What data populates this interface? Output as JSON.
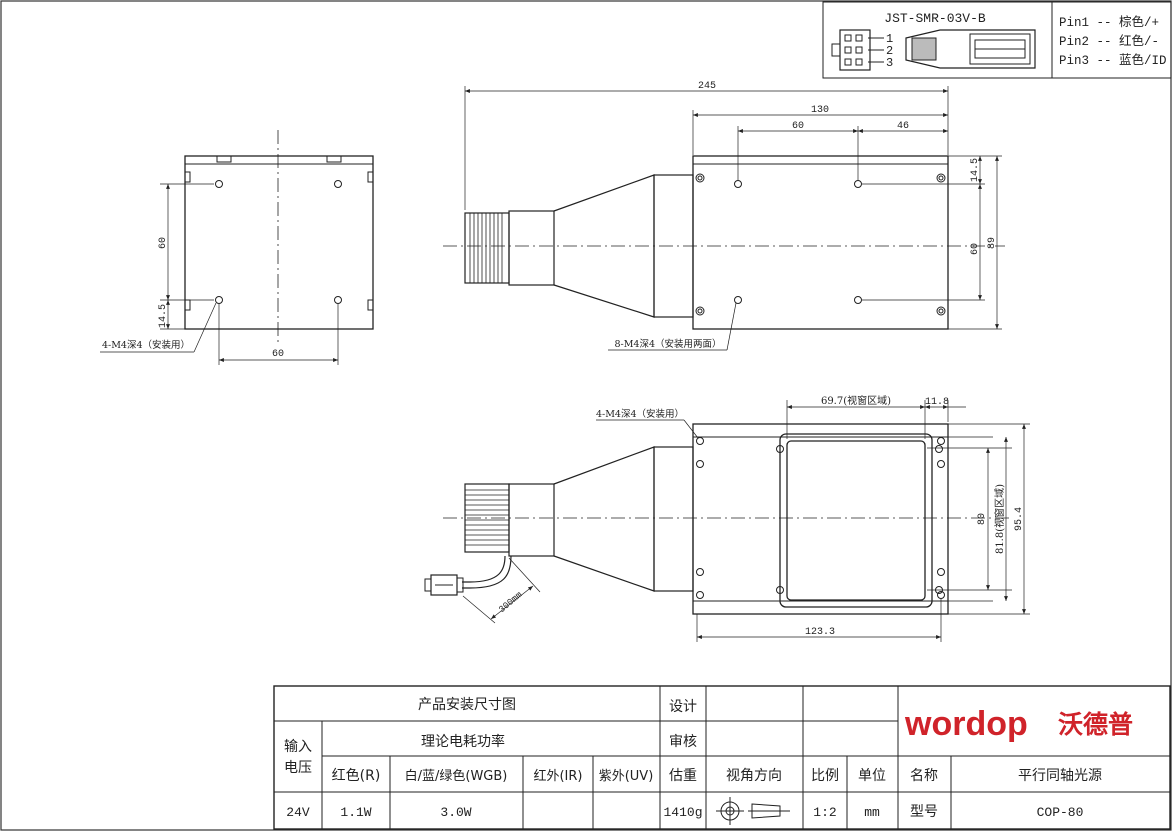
{
  "connector": {
    "model": "JST-SMR-03V-B",
    "pin_numbers": [
      "1",
      "2",
      "3"
    ],
    "pins": [
      "Pin1 -- 棕色/+",
      "Pin2 -- 红色/-",
      "Pin3 -- 蓝色/ID"
    ]
  },
  "top_view": {
    "dim_overall": "245",
    "dim_body": "130",
    "dim_hole_spacing": "60",
    "dim_hole_offset": "46",
    "dim_top_offset": "14.5",
    "dim_vertical_spacing": "60",
    "dim_height": "89",
    "note": "8-M4深4（安装用两面）"
  },
  "end_view": {
    "dim_vertical": "60",
    "dim_bottom": "14.5",
    "dim_horizontal": "60",
    "note": "4-M4深4（安装用）"
  },
  "front_view": {
    "note": "4-M4深4（安装用）",
    "dim_window_width": "69.7(视窗区域)",
    "dim_margin": "11.8",
    "dim_inner": "80",
    "dim_window_height": "81.8(视窗区域)",
    "dim_outer": "95.4",
    "dim_length": "123.3",
    "dim_cable": "300mm"
  },
  "title_block": {
    "drawing_title": "产品安装尺寸图",
    "design_label": "设计",
    "review_label": "审核",
    "power_title": "理论电耗功率",
    "input_voltage_label": "输入电压",
    "voltage_value": "24V",
    "col_red": "红色(R)",
    "col_white": "白/蓝/绿色(WGB)",
    "col_ir": "红外(IR)",
    "col_uv": "紫外(UV)",
    "red_value": "1.1W",
    "white_value": "3.0W",
    "ir_value": "",
    "uv_value": "",
    "weight_label": "估重",
    "weight_value": "1410g",
    "view_label": "视角方向",
    "scale_label": "比例",
    "scale_value": "1:2",
    "unit_label": "单位",
    "unit_value": "mm",
    "name_label": "名称",
    "name_value": "平行同轴光源",
    "model_label": "型号",
    "model_value": "COP-80",
    "logo_text": "wordop",
    "logo_cn": "沃德普",
    "logo_color": "#d0232a"
  }
}
